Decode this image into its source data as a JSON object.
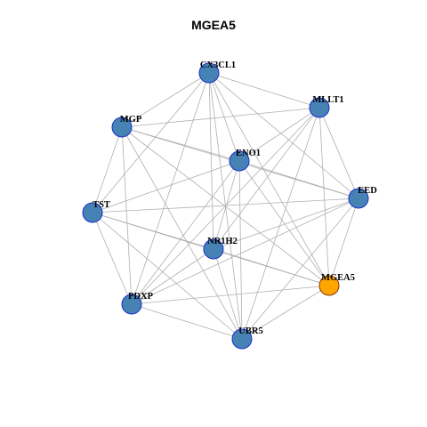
{
  "title": "MGEA5",
  "colors": {
    "node_fill": "#4682b4",
    "node_stroke": "#1a2fcc",
    "highlight_fill": "#ffa500",
    "highlight_stroke": "#8b3a00",
    "edge": "#b0b0b0"
  },
  "nodes": [
    {
      "id": "CX3CL1",
      "label": "CX3CL1",
      "highlight": false
    },
    {
      "id": "MLLT1",
      "label": "MLLT1",
      "highlight": false
    },
    {
      "id": "MGP",
      "label": "MGP",
      "highlight": false
    },
    {
      "id": "ENO1",
      "label": "ENO1",
      "highlight": false
    },
    {
      "id": "EED",
      "label": "EED",
      "highlight": false
    },
    {
      "id": "TST",
      "label": "TST",
      "highlight": false
    },
    {
      "id": "NR1H2",
      "label": "NR1H2",
      "highlight": false
    },
    {
      "id": "MGEA5",
      "label": "MGEA5",
      "highlight": true
    },
    {
      "id": "PDXP",
      "label": "PDXP",
      "highlight": false
    },
    {
      "id": "UBR5",
      "label": "UBR5",
      "highlight": false
    }
  ],
  "edges": [
    [
      "CX3CL1",
      "MLLT1"
    ],
    [
      "CX3CL1",
      "MGP"
    ],
    [
      "CX3CL1",
      "ENO1"
    ],
    [
      "CX3CL1",
      "EED"
    ],
    [
      "CX3CL1",
      "TST"
    ],
    [
      "CX3CL1",
      "NR1H2"
    ],
    [
      "CX3CL1",
      "MGEA5"
    ],
    [
      "CX3CL1",
      "PDXP"
    ],
    [
      "CX3CL1",
      "UBR5"
    ],
    [
      "MLLT1",
      "MGP"
    ],
    [
      "MLLT1",
      "ENO1"
    ],
    [
      "MLLT1",
      "EED"
    ],
    [
      "MLLT1",
      "NR1H2"
    ],
    [
      "MLLT1",
      "MGEA5"
    ],
    [
      "MLLT1",
      "PDXP"
    ],
    [
      "MLLT1",
      "UBR5"
    ],
    [
      "MGP",
      "ENO1"
    ],
    [
      "MGP",
      "EED"
    ],
    [
      "MGP",
      "TST"
    ],
    [
      "MGP",
      "PDXP"
    ],
    [
      "MGP",
      "UBR5"
    ],
    [
      "MGP",
      "MGEA5"
    ],
    [
      "ENO1",
      "EED"
    ],
    [
      "ENO1",
      "TST"
    ],
    [
      "ENO1",
      "NR1H2"
    ],
    [
      "ENO1",
      "PDXP"
    ],
    [
      "ENO1",
      "UBR5"
    ],
    [
      "ENO1",
      "MGEA5"
    ],
    [
      "EED",
      "TST"
    ],
    [
      "EED",
      "NR1H2"
    ],
    [
      "EED",
      "PDXP"
    ],
    [
      "EED",
      "UBR5"
    ],
    [
      "EED",
      "MGEA5"
    ],
    [
      "TST",
      "NR1H2"
    ],
    [
      "TST",
      "PDXP"
    ],
    [
      "TST",
      "UBR5"
    ],
    [
      "TST",
      "MGEA5"
    ],
    [
      "NR1H2",
      "MGEA5"
    ],
    [
      "NR1H2",
      "PDXP"
    ],
    [
      "NR1H2",
      "UBR5"
    ],
    [
      "MGEA5",
      "PDXP"
    ],
    [
      "MGEA5",
      "UBR5"
    ],
    [
      "PDXP",
      "UBR5"
    ]
  ]
}
